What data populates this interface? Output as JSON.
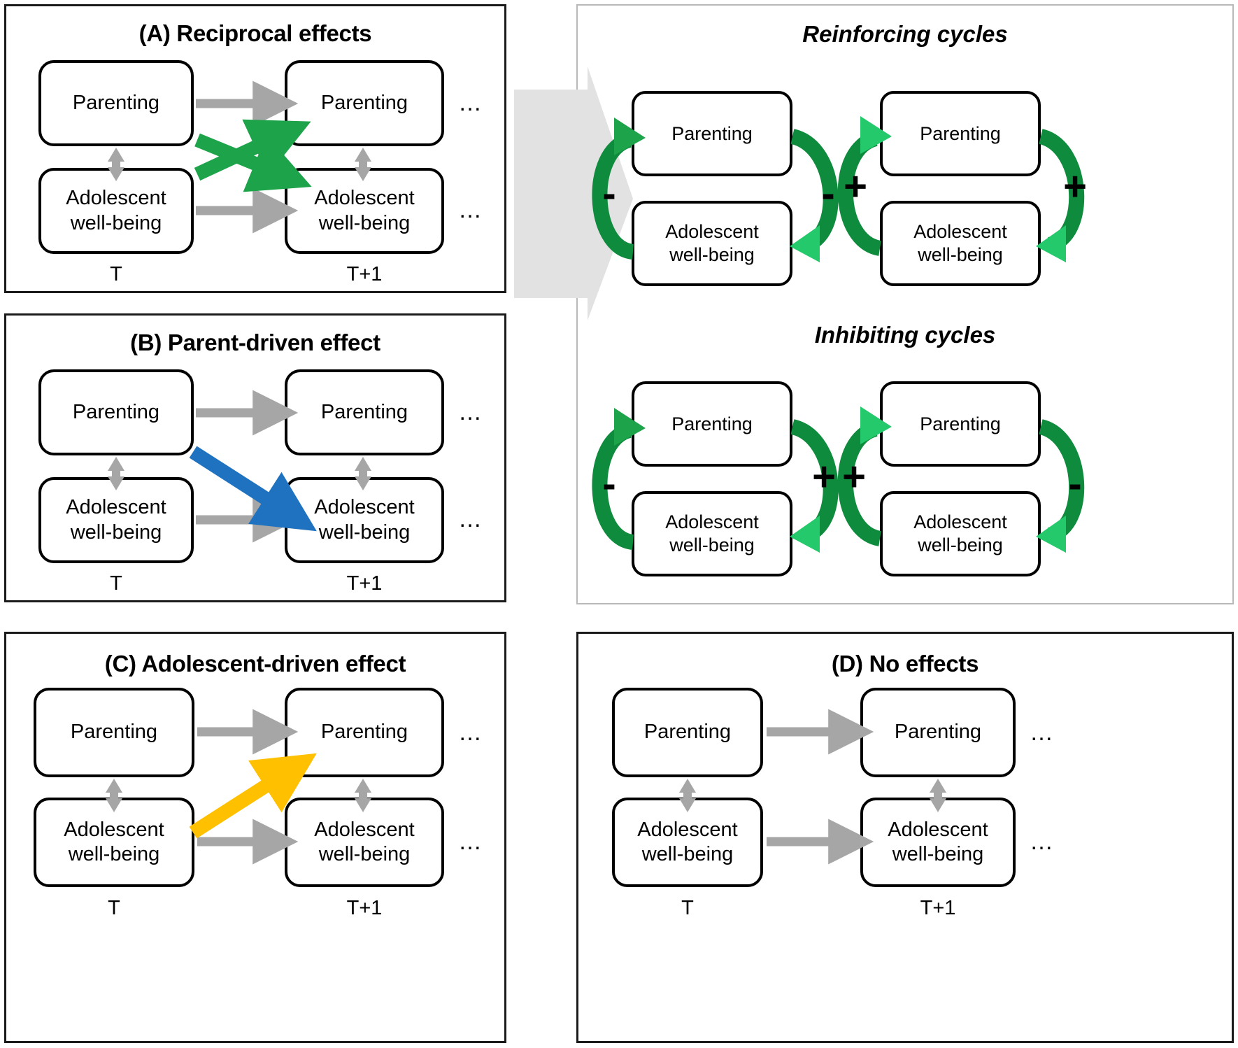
{
  "figure": {
    "node_labels": {
      "parenting": "Parenting",
      "adolescent": "Adolescent\nwell-being"
    },
    "time_labels": {
      "t": "T",
      "t_next": "T+1"
    },
    "ellipsis": "…",
    "colors": {
      "green_arrow": "#1DA34A",
      "green_arrow_dark": "#0E8B3C",
      "blue_arrow": "#1F72C0",
      "yellow_arrow": "#FFC000",
      "gray_arrow": "#A6A6A6",
      "big_gray_arrow": "#E2E2E2",
      "box_border": "#000000",
      "panel_border_thick": "#1A1A1A",
      "panel_border_thin": "#B9B9B9"
    }
  },
  "panels": {
    "a": {
      "title": "(A) Reciprocal effects",
      "nodes": [
        {
          "id": "a-p-t",
          "label": "Parenting"
        },
        {
          "id": "a-p-t1",
          "label": "Parenting"
        },
        {
          "id": "a-w-t",
          "label": "Adolescent well-being"
        },
        {
          "id": "a-w-t1",
          "label": "Adolescent well-being"
        }
      ],
      "time_left": "T",
      "time_right": "T+1",
      "cross_arrows": [
        {
          "name": "parenting-to-wellbeing",
          "color": "#1DA34A"
        },
        {
          "name": "wellbeing-to-parenting",
          "color": "#1DA34A"
        }
      ]
    },
    "b": {
      "title": "(B) Parent-driven effect",
      "nodes": [
        {
          "id": "b-p-t",
          "label": "Parenting"
        },
        {
          "id": "b-p-t1",
          "label": "Parenting"
        },
        {
          "id": "b-w-t",
          "label": "Adolescent well-being"
        },
        {
          "id": "b-w-t1",
          "label": "Adolescent well-being"
        }
      ],
      "time_left": "T",
      "time_right": "T+1",
      "cross_arrows": [
        {
          "name": "parenting-to-wellbeing",
          "color": "#1F72C0"
        }
      ]
    },
    "c": {
      "title": "(C) Adolescent-driven effect",
      "nodes": [
        {
          "id": "c-p-t",
          "label": "Parenting"
        },
        {
          "id": "c-p-t1",
          "label": "Parenting"
        },
        {
          "id": "c-w-t",
          "label": "Adolescent well-being"
        },
        {
          "id": "c-w-t1",
          "label": "Adolescent well-being"
        }
      ],
      "time_left": "T",
      "time_right": "T+1",
      "cross_arrows": [
        {
          "name": "wellbeing-to-parenting",
          "color": "#FFC000"
        }
      ]
    },
    "d": {
      "title": "(D) No effects",
      "nodes": [
        {
          "id": "d-p-t",
          "label": "Parenting"
        },
        {
          "id": "d-p-t1",
          "label": "Parenting"
        },
        {
          "id": "d-w-t",
          "label": "Adolescent well-being"
        },
        {
          "id": "d-w-t1",
          "label": "Adolescent well-being"
        }
      ],
      "time_left": "T",
      "time_right": "T+1",
      "cross_arrows": []
    },
    "cycles": {
      "reinforcing": {
        "title": "Reinforcing cycles",
        "left_cycle": {
          "top_label": "Parenting",
          "bottom_label": "Adolescent well-being",
          "left_sign": "-",
          "right_sign": "-"
        },
        "right_cycle": {
          "top_label": "Parenting",
          "bottom_label": "Adolescent well-being",
          "left_sign": "+",
          "right_sign": "+"
        }
      },
      "inhibiting": {
        "title": "Inhibiting cycles",
        "left_cycle": {
          "top_label": "Parenting",
          "bottom_label": "Adolescent well-being",
          "left_sign": "-",
          "right_sign": "+"
        },
        "right_cycle": {
          "top_label": "Parenting",
          "bottom_label": "Adolescent well-being",
          "left_sign": "+",
          "right_sign": "-"
        }
      }
    }
  }
}
